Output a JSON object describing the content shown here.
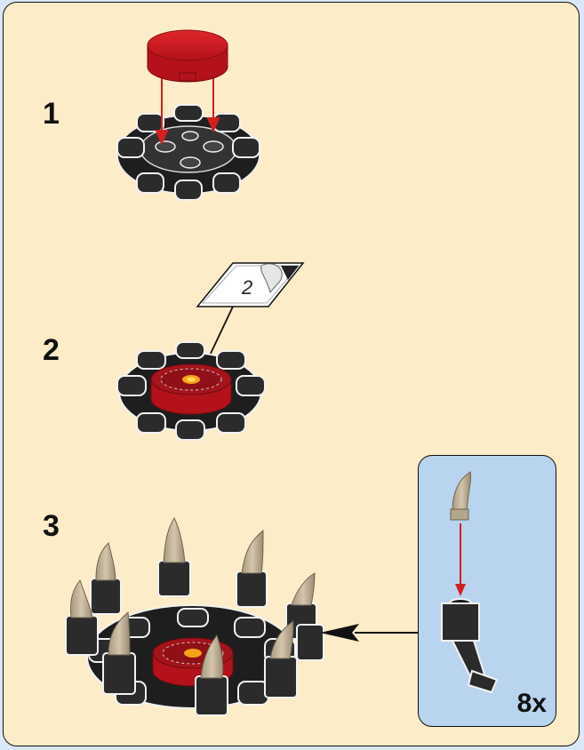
{
  "steps": [
    {
      "number": "1"
    },
    {
      "number": "2",
      "sticker_label": "2"
    },
    {
      "number": "3"
    }
  ],
  "callout": {
    "count_label": "8x"
  },
  "colors": {
    "page_background": "#fdecc8",
    "callout_background": "#b9d4ee",
    "arrow_red": "#d21f1f",
    "brick_red": "#d0161c",
    "brick_black": "#2b2b2b",
    "horn_tan": "#c2b49a"
  }
}
